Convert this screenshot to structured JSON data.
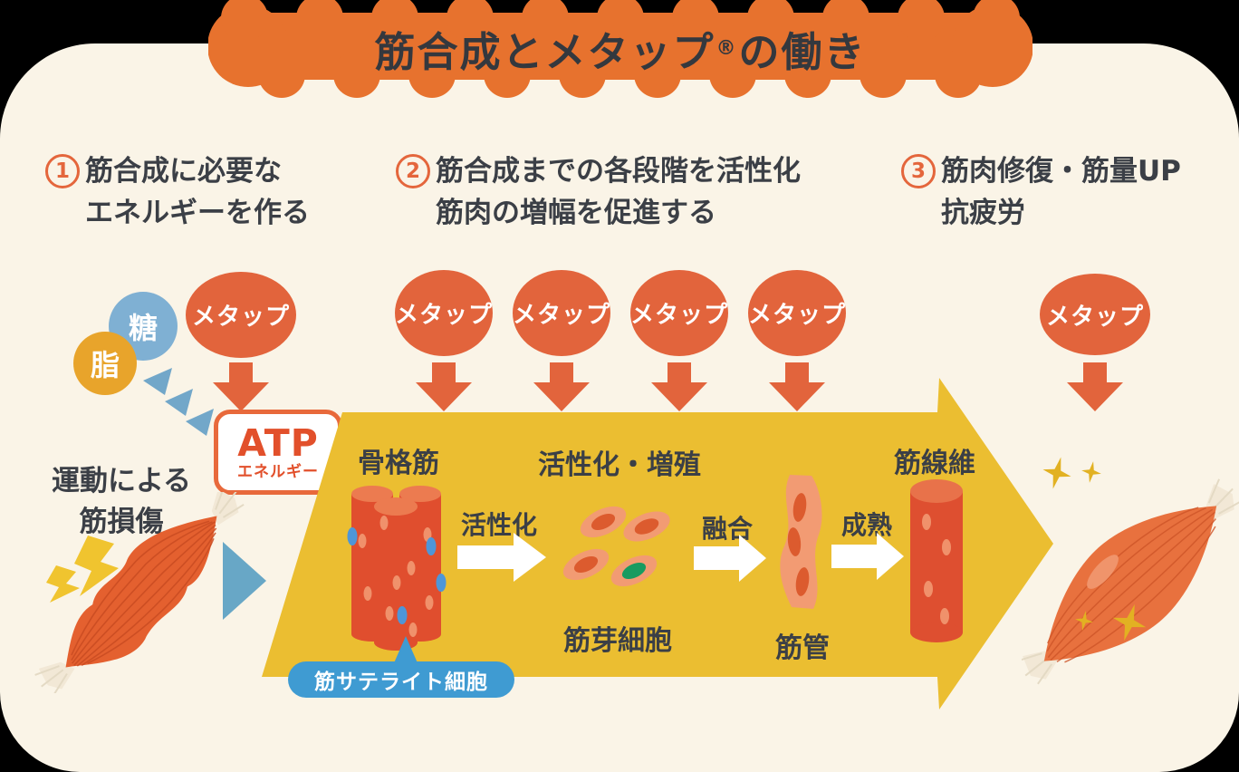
{
  "banner": {
    "title_main": "筋合成とメタップ",
    "registered_mark": "®",
    "title_suffix": "の働き"
  },
  "sections": [
    {
      "number": "1",
      "line1": "筋合成に必要な",
      "line2": "エネルギーを作る"
    },
    {
      "number": "2",
      "line1": "筋合成までの各段階を活性化",
      "line2": "筋肉の増幅を促進する"
    },
    {
      "number": "3",
      "line1": "筋肉修復・筋量UP",
      "line2": "抗疲労"
    }
  ],
  "metap": {
    "label": "メタップ"
  },
  "energy_inputs": {
    "sugar": "糖",
    "fat": "脂"
  },
  "atp_box": {
    "title": "ATP",
    "subtitle": "エネルギー"
  },
  "exercise_damage": {
    "line1": "運動による",
    "line2": "筋損傷"
  },
  "process": {
    "skeletal_muscle": "骨格筋",
    "satellite_cell": "筋サテライト細胞",
    "activation": "活性化",
    "activation_proliferation": "活性化・増殖",
    "myoblast": "筋芽細胞",
    "fusion": "融合",
    "myotube": "筋管",
    "maturation": "成熟",
    "muscle_fiber": "筋線維"
  },
  "colors": {
    "background": "#000000",
    "card_cream": "#FAF4E7",
    "banner_orange": "#E7722E",
    "metap_orange": "#E2643C",
    "process_arrow_yellow": "#EBBE31",
    "atp_orange": "#E2502B",
    "text_dark": "#3B3F46",
    "sugar_blue": "#7FB0D3",
    "fat_yellow": "#E8A42B",
    "satellite_blue": "#3F9BD2",
    "triangle_blue": "#68A7C6",
    "muscle_red": "#E04E2E",
    "muscle_cap_orange": "#EC7B50",
    "cell_salmon": "#F29B73",
    "nucleus_orange": "#DC5B2E",
    "nucleus_green": "#189B60",
    "sparkle_yellow": "#E2B122",
    "lightning_yellow": "#F0C42F"
  }
}
